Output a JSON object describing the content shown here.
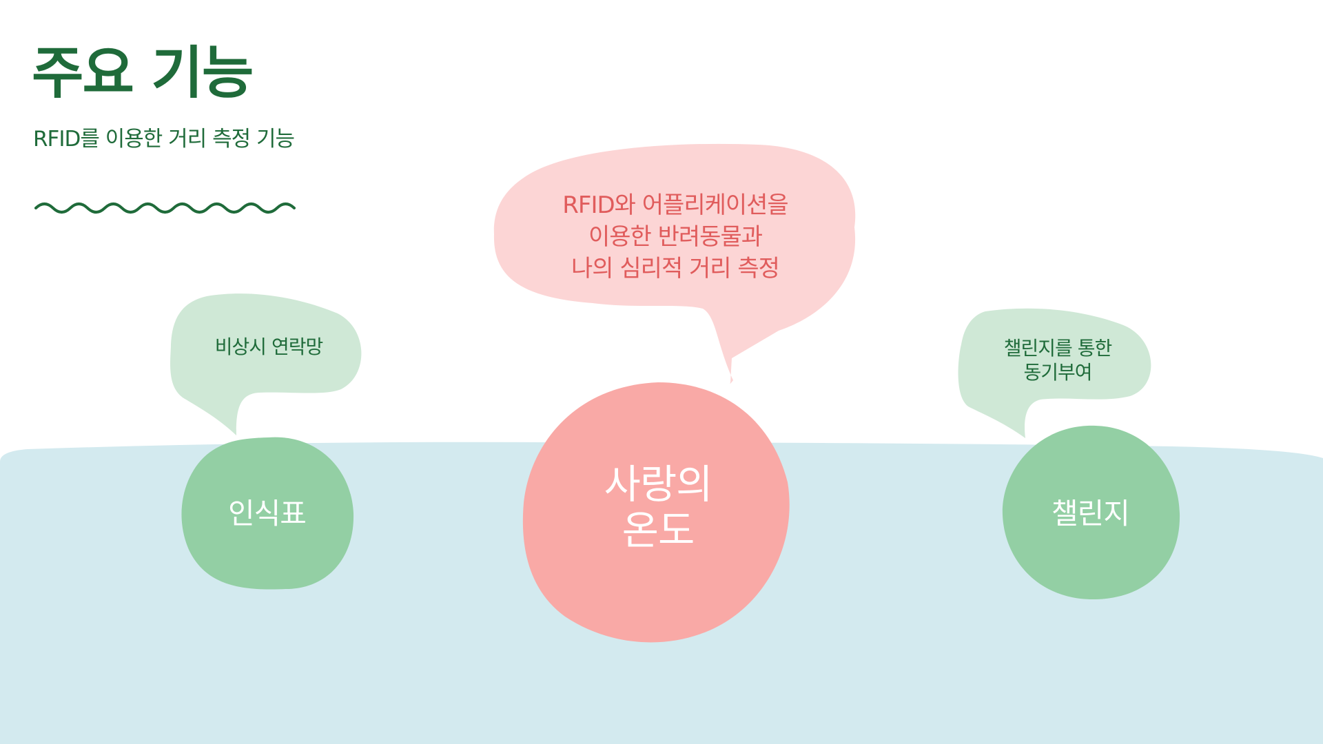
{
  "title": "주요 기능",
  "subtitle": "RFID를 이용한 거리 측정 기능",
  "colors": {
    "title_green": "#1f6b3a",
    "light_blue_background": "#d3eaef",
    "pale_green": "#cfe8d6",
    "medium_green": "#93cfa4",
    "pale_pink": "#fcd5d5",
    "salmon_pink": "#f9a9a6",
    "pink_text": "#e05c5c"
  },
  "decoration": {
    "wavy_line": "wavy-divider"
  },
  "bubbles": {
    "main": {
      "lines": [
        "RFID와 어플리케이션을",
        "이용한 반려동물과",
        "나의 심리적 거리 측정"
      ]
    },
    "left": {
      "lines": [
        "비상시 연락망"
      ]
    },
    "right": {
      "lines": [
        "챌린지를 통한",
        "동기부여"
      ]
    }
  },
  "circles": {
    "left": {
      "lines": [
        "인식표"
      ]
    },
    "center": {
      "lines": [
        "사랑의",
        "온도"
      ]
    },
    "right": {
      "lines": [
        "챌린지"
      ]
    }
  }
}
